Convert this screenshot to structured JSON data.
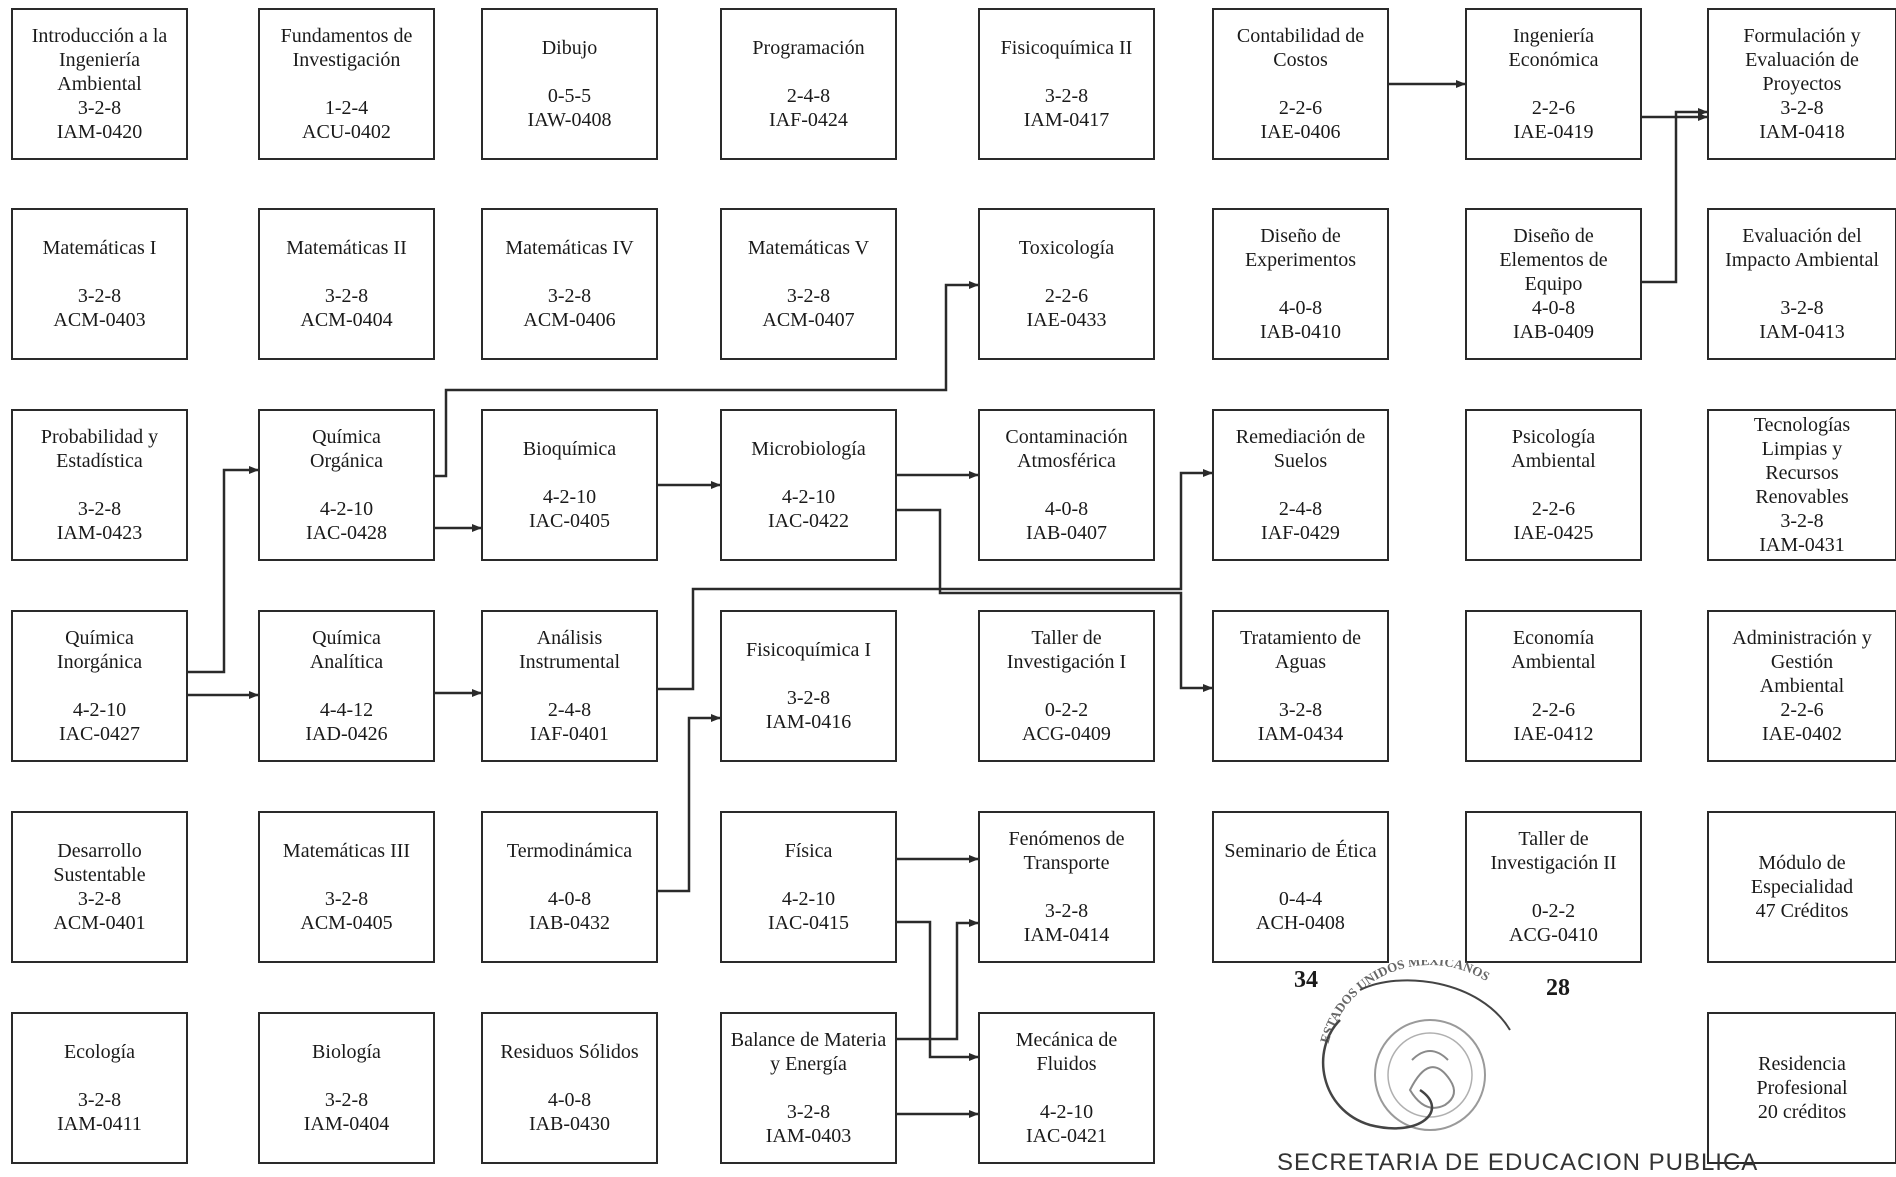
{
  "courses": [
    {
      "id": "c1",
      "col": 0,
      "row": 0,
      "lines": [
        "Introducción a la",
        "Ingeniería",
        "Ambiental",
        "3-2-8",
        "IAM-0420"
      ]
    },
    {
      "id": "c2",
      "col": 1,
      "row": 0,
      "lines": [
        "Fundamentos de",
        "Investigación",
        "",
        "1-2-4",
        "ACU-0402"
      ]
    },
    {
      "id": "c3",
      "col": 2,
      "row": 0,
      "lines": [
        "Dibujo",
        "",
        "0-5-5",
        "IAW-0408"
      ]
    },
    {
      "id": "c4",
      "col": 3,
      "row": 0,
      "lines": [
        "Programación",
        "",
        "2-4-8",
        "IAF-0424"
      ]
    },
    {
      "id": "c5",
      "col": 4,
      "row": 0,
      "lines": [
        "Fisicoquímica II",
        "",
        "3-2-8",
        "IAM-0417"
      ]
    },
    {
      "id": "c6",
      "col": 5,
      "row": 0,
      "lines": [
        "Contabilidad de",
        "Costos",
        "",
        "2-2-6",
        "IAE-0406"
      ]
    },
    {
      "id": "c7",
      "col": 6,
      "row": 0,
      "lines": [
        "Ingeniería",
        "Económica",
        "",
        "2-2-6",
        "IAE-0419"
      ]
    },
    {
      "id": "c8",
      "col": 7,
      "row": 0,
      "lines": [
        "Formulación y",
        "Evaluación de",
        "Proyectos",
        "3-2-8",
        "IAM-0418"
      ]
    },
    {
      "id": "c9",
      "col": 0,
      "row": 1,
      "lines": [
        "Matemáticas I",
        "",
        "3-2-8",
        "ACM-0403"
      ]
    },
    {
      "id": "c10",
      "col": 1,
      "row": 1,
      "lines": [
        "Matemáticas II",
        "",
        "3-2-8",
        "ACM-0404"
      ]
    },
    {
      "id": "c11",
      "col": 2,
      "row": 1,
      "lines": [
        "Matemáticas IV",
        "",
        "3-2-8",
        "ACM-0406"
      ]
    },
    {
      "id": "c12",
      "col": 3,
      "row": 1,
      "lines": [
        "Matemáticas V",
        "",
        "3-2-8",
        "ACM-0407"
      ]
    },
    {
      "id": "c13",
      "col": 4,
      "row": 1,
      "lines": [
        "Toxicología",
        "",
        "2-2-6",
        "IAE-0433"
      ]
    },
    {
      "id": "c14",
      "col": 5,
      "row": 1,
      "lines": [
        "Diseño de",
        "Experimentos",
        "",
        "4-0-8",
        "IAB-0410"
      ]
    },
    {
      "id": "c15",
      "col": 6,
      "row": 1,
      "lines": [
        "Diseño de",
        "Elementos de",
        "Equipo",
        "4-0-8",
        "IAB-0409"
      ]
    },
    {
      "id": "c16",
      "col": 7,
      "row": 1,
      "lines": [
        "Evaluación del",
        "Impacto Ambiental",
        "",
        "3-2-8",
        "IAM-0413"
      ]
    },
    {
      "id": "c17",
      "col": 0,
      "row": 2,
      "lines": [
        "Probabilidad y",
        "Estadística",
        "",
        "3-2-8",
        "IAM-0423"
      ]
    },
    {
      "id": "c18",
      "col": 1,
      "row": 2,
      "lines": [
        "Química",
        "Orgánica",
        "",
        "4-2-10",
        "IAC-0428"
      ]
    },
    {
      "id": "c19",
      "col": 2,
      "row": 2,
      "lines": [
        "Bioquímica",
        "",
        "4-2-10",
        "IAC-0405"
      ]
    },
    {
      "id": "c20",
      "col": 3,
      "row": 2,
      "lines": [
        "Microbiología",
        "",
        "4-2-10",
        "IAC-0422"
      ]
    },
    {
      "id": "c21",
      "col": 4,
      "row": 2,
      "lines": [
        "Contaminación",
        "Atmosférica",
        "",
        "4-0-8",
        "IAB-0407"
      ]
    },
    {
      "id": "c22",
      "col": 5,
      "row": 2,
      "lines": [
        "Remediación de",
        "Suelos",
        "",
        "2-4-8",
        "IAF-0429"
      ]
    },
    {
      "id": "c23",
      "col": 6,
      "row": 2,
      "lines": [
        "Psicología",
        "Ambiental",
        "",
        "2-2-6",
        "IAE-0425"
      ]
    },
    {
      "id": "c24",
      "col": 7,
      "row": 2,
      "lines": [
        "Tecnologías",
        "Limpias y",
        "Recursos",
        "Renovables",
        "3-2-8",
        "IAM-0431"
      ]
    },
    {
      "id": "c25",
      "col": 0,
      "row": 3,
      "lines": [
        "Química",
        "Inorgánica",
        "",
        "4-2-10",
        "IAC-0427"
      ]
    },
    {
      "id": "c26",
      "col": 1,
      "row": 3,
      "lines": [
        "Química",
        "Analítica",
        "",
        "4-4-12",
        "IAD-0426"
      ]
    },
    {
      "id": "c27",
      "col": 2,
      "row": 3,
      "lines": [
        "Análisis",
        "Instrumental",
        "",
        "2-4-8",
        "IAF-0401"
      ]
    },
    {
      "id": "c28",
      "col": 3,
      "row": 3,
      "lines": [
        "Fisicoquímica I",
        "",
        "3-2-8",
        "IAM-0416"
      ]
    },
    {
      "id": "c29",
      "col": 4,
      "row": 3,
      "lines": [
        "Taller de",
        "Investigación I",
        "",
        "0-2-2",
        "ACG-0409"
      ]
    },
    {
      "id": "c30",
      "col": 5,
      "row": 3,
      "lines": [
        "Tratamiento de",
        "Aguas",
        "",
        "3-2-8",
        "IAM-0434"
      ]
    },
    {
      "id": "c31",
      "col": 6,
      "row": 3,
      "lines": [
        "Economía",
        "Ambiental",
        "",
        "2-2-6",
        "IAE-0412"
      ]
    },
    {
      "id": "c32",
      "col": 7,
      "row": 3,
      "lines": [
        "Administración y",
        "Gestión",
        "Ambiental",
        "2-2-6",
        "IAE-0402"
      ]
    },
    {
      "id": "c33",
      "col": 0,
      "row": 4,
      "lines": [
        "Desarrollo",
        "Sustentable",
        "3-2-8",
        "ACM-0401"
      ]
    },
    {
      "id": "c34",
      "col": 1,
      "row": 4,
      "lines": [
        "Matemáticas III",
        "",
        "3-2-8",
        "ACM-0405"
      ]
    },
    {
      "id": "c35",
      "col": 2,
      "row": 4,
      "lines": [
        "Termodinámica",
        "",
        "4-0-8",
        "IAB-0432"
      ]
    },
    {
      "id": "c36",
      "col": 3,
      "row": 4,
      "lines": [
        "Física",
        "",
        "4-2-10",
        "IAC-0415"
      ]
    },
    {
      "id": "c37",
      "col": 4,
      "row": 4,
      "lines": [
        "Fenómenos de",
        "Transporte",
        "",
        "3-2-8",
        "IAM-0414"
      ]
    },
    {
      "id": "c38",
      "col": 5,
      "row": 4,
      "lines": [
        "Seminario de Ética",
        "",
        "0-4-4",
        "ACH-0408"
      ]
    },
    {
      "id": "c39",
      "col": 6,
      "row": 4,
      "lines": [
        "Taller de",
        "Investigación II",
        "",
        "0-2-2",
        "ACG-0410"
      ]
    },
    {
      "id": "c40",
      "col": 7,
      "row": 4,
      "lines": [
        "Módulo de",
        "Especialidad",
        "47 Créditos"
      ]
    },
    {
      "id": "c41",
      "col": 0,
      "row": 5,
      "lines": [
        "Ecología",
        "",
        "3-2-8",
        "IAM-0411"
      ]
    },
    {
      "id": "c42",
      "col": 1,
      "row": 5,
      "lines": [
        "Biología",
        "",
        "3-2-8",
        "IAM-0404"
      ]
    },
    {
      "id": "c43",
      "col": 2,
      "row": 5,
      "lines": [
        "Residuos Sólidos",
        "",
        "4-0-8",
        "IAB-0430"
      ]
    },
    {
      "id": "c44",
      "col": 3,
      "row": 5,
      "lines": [
        "Balance de Materia",
        "y Energía",
        "",
        "3-2-8",
        "IAM-0403"
      ]
    },
    {
      "id": "c45",
      "col": 4,
      "row": 5,
      "lines": [
        "Mecánica de",
        "Fluidos",
        "",
        "4-2-10",
        "IAC-0421"
      ]
    },
    {
      "id": "c47",
      "col": 7,
      "row": 5,
      "lines": [
        "Residencia",
        "Profesional",
        "20 créditos"
      ]
    }
  ],
  "credit_totals": [
    {
      "id": "t34",
      "label": "34"
    },
    {
      "id": "t28",
      "label": "28"
    }
  ],
  "seal": {
    "arc_text": "ESTADOS UNIDOS MEXICANOS",
    "caption": "SECRETARIA DE EDUCACION PUBLICA"
  },
  "colors": {
    "line": "#2a2a2a",
    "border": "#2a2a2a",
    "background": "#ffffff"
  }
}
